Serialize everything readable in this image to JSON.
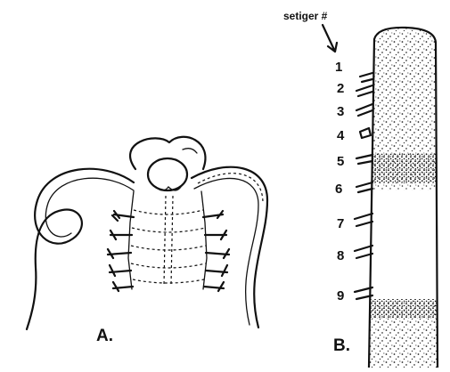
{
  "panel_a": {
    "label": "A."
  },
  "panel_b": {
    "label": "B.",
    "header": "setiger #",
    "setigers": [
      "1",
      "2",
      "3",
      "4",
      "5",
      "6",
      "7",
      "8",
      "9"
    ]
  }
}
